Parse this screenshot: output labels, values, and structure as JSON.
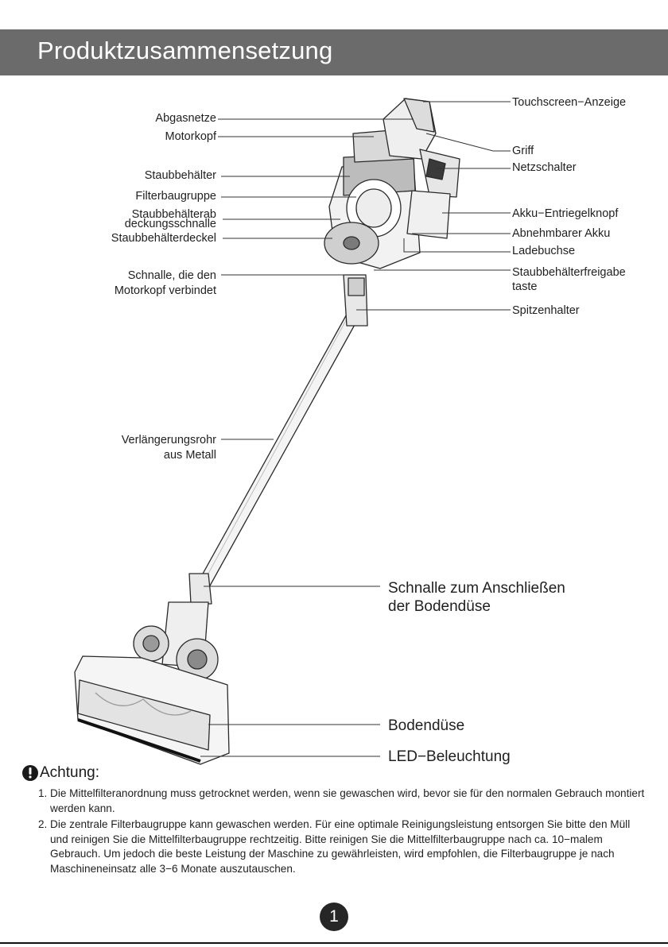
{
  "header": {
    "title": "Produktzusammensetzung"
  },
  "labels": {
    "abgasnetze": "Abgasnetze",
    "motorkopf": "Motorkopf",
    "staubbehaelter": "Staubbehälter",
    "filterbaugruppe": "Filterbaugruppe",
    "abdeckungsschnalle_1": "Staubbehälterab",
    "abdeckungsschnalle_2": "deckungsschnalle",
    "staubbehaelterdeckel": "Staubbehälterdeckel",
    "schnalle_motorkopf_1": "Schnalle, die den",
    "schnalle_motorkopf_2": "Motorkopf verbindet",
    "verlaengerungsrohr_1": "Verlängerungsrohr",
    "verlaengerungsrohr_2": "aus Metall",
    "touchscreen": "Touchscreen−Anzeige",
    "griff": "Griff",
    "netzschalter": "Netzschalter",
    "akku_entriegel": "Akku−Entriegelknopf",
    "abnehmbarer_akku": "Abnehmbarer Akku",
    "ladebuchse": "Ladebuchse",
    "freigabe_1": "Staubbehälterfreigabe",
    "freigabe_2": "taste",
    "spitzenhalter": "Spitzenhalter",
    "schnalle_bodenduese_1": "Schnalle zum Anschließen",
    "schnalle_bodenduese_2": "der Bodendüse",
    "bodenduese": "Bodendüse",
    "led": "LED−Beleuchtung"
  },
  "notice": {
    "title": "Achtung:",
    "items": [
      {
        "num": "1.",
        "text": "Die Mittelfilteranordnung muss getrocknet werden, wenn sie gewaschen wird, bevor sie für den normalen Gebrauch montiert werden kann."
      },
      {
        "num": "2.",
        "text": "Die zentrale Filterbaugruppe kann gewaschen werden. Für eine optimale Reinigungsleistung entsorgen Sie bitte den Müll und reinigen Sie die Mittelfilterbaugruppe rechtzeitig. Bitte reinigen Sie die Mittelfilterbaugruppe nach ca. 10−malem Gebrauch. Um jedoch die beste Leistung der Maschine zu gewährleisten, wird empfohlen, die Filterbaugruppe je nach Maschineneinsatz alle 3−6 Monate auszutauschen."
      }
    ]
  },
  "page_number": "1"
}
